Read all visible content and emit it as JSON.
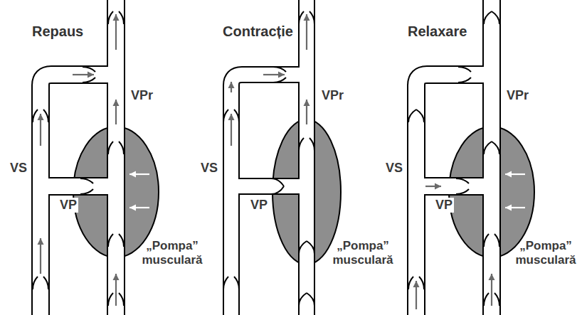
{
  "diagram": {
    "labels": [
      "Repaus",
      "VPr",
      "VS",
      "VP",
      "„Pompa” musculară",
      "Contracție",
      "VPr",
      "VS",
      "VP",
      "„Pompa” musculară",
      "Relaxare",
      "VPr",
      "VS",
      "VP",
      "„Pompa” musculară"
    ]
  }
}
